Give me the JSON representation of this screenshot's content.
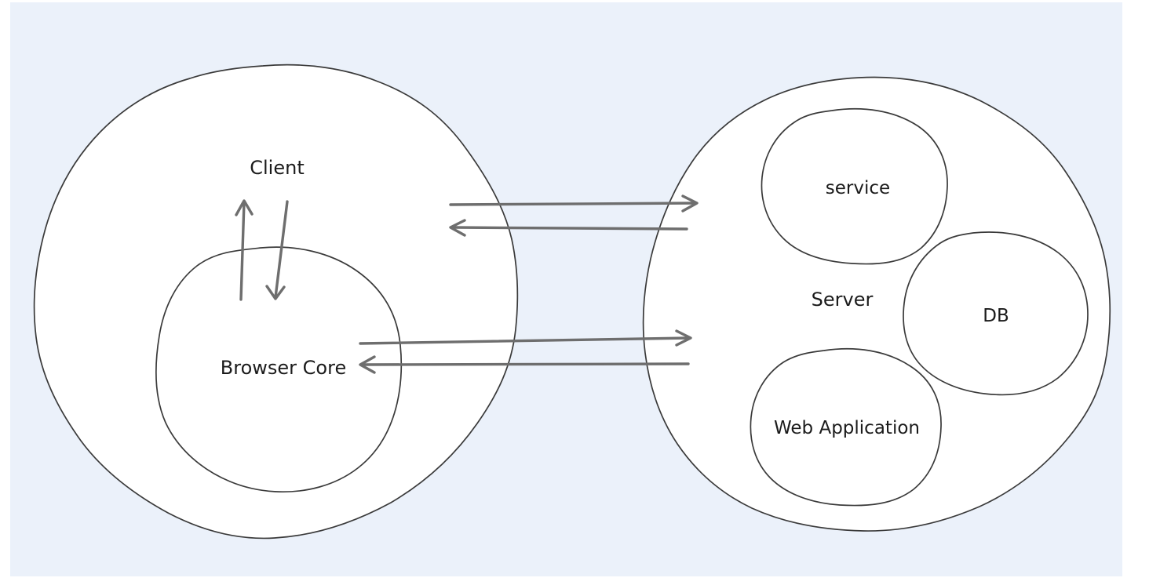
{
  "canvas": {
    "colors": {
      "page_background": "#ffffff",
      "canvas_background": "#ebf1fa",
      "shape_fill": "#ffffff",
      "shape_stroke": "#3a3a3a",
      "arrow_color": "#6e6e6e",
      "label_color": "#1b1b1b"
    }
  },
  "nodes": {
    "client": {
      "label": "Client"
    },
    "browser_core": {
      "label": "Browser Core"
    },
    "server": {
      "label": "Server"
    },
    "service": {
      "label": "service"
    },
    "db": {
      "label": "DB"
    },
    "web_application": {
      "label": "Web Application"
    }
  },
  "edges": [
    {
      "name": "browser-core-to-client",
      "from": "Browser Core",
      "to": "Client",
      "direction": "up"
    },
    {
      "name": "client-to-browser-core",
      "from": "Client",
      "to": "Browser Core",
      "direction": "down"
    },
    {
      "name": "client-to-server",
      "from": "Client",
      "to": "Server",
      "direction": "right"
    },
    {
      "name": "server-to-client",
      "from": "Server",
      "to": "Client",
      "direction": "left"
    },
    {
      "name": "browser-core-to-server",
      "from": "Browser Core",
      "to": "Server",
      "direction": "right"
    },
    {
      "name": "server-to-browser-core",
      "from": "Server",
      "to": "Browser Core",
      "direction": "left"
    }
  ]
}
